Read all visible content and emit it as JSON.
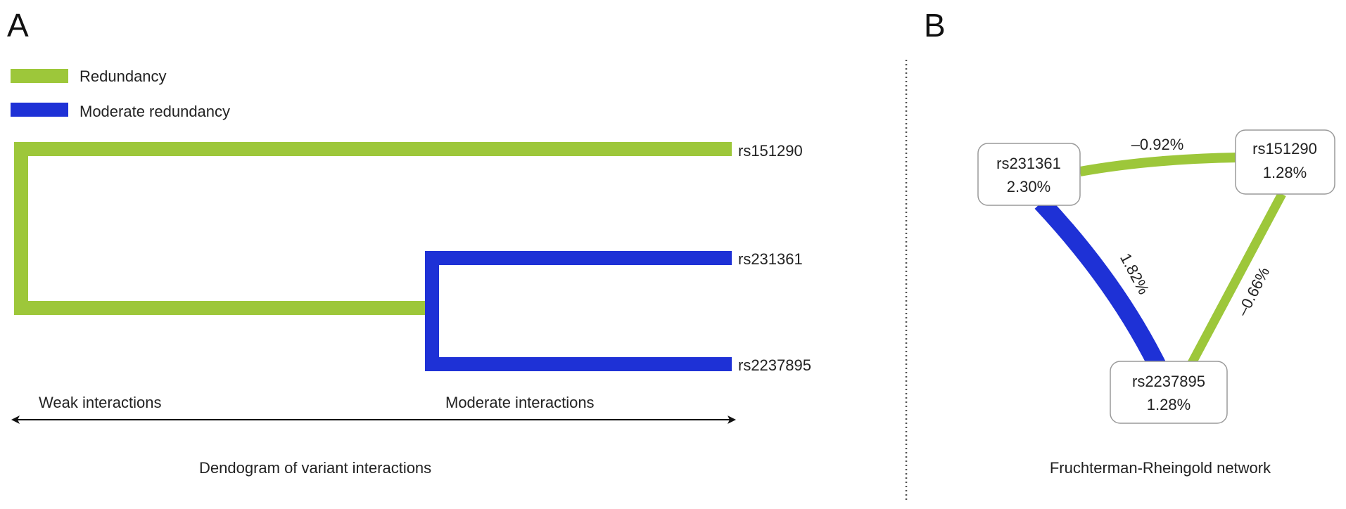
{
  "panel_a": {
    "letter": "A",
    "legend": [
      {
        "label": "Redundancy",
        "color": "#9dc73a"
      },
      {
        "label": "Moderate redundancy",
        "color": "#1e31d6"
      }
    ],
    "leaves": [
      "rs151290",
      "rs231361",
      "rs2237895"
    ],
    "axis_left_label": "Weak interactions",
    "axis_right_label": "Moderate interactions",
    "caption": "Dendogram of variant interactions"
  },
  "panel_b": {
    "letter": "B",
    "nodes": [
      {
        "id": "rs231361",
        "name": "rs231361",
        "value": "2.30%"
      },
      {
        "id": "rs151290",
        "name": "rs151290",
        "value": "1.28%"
      },
      {
        "id": "rs2237895",
        "name": "rs2237895",
        "value": "1.28%"
      }
    ],
    "edges": [
      {
        "source": "rs231361",
        "target": "rs151290",
        "label": "–0.92%",
        "color": "#9dc73a"
      },
      {
        "source": "rs231361",
        "target": "rs2237895",
        "label": "1.82%",
        "color": "#1e31d6"
      },
      {
        "source": "rs151290",
        "target": "rs2237895",
        "label": "–0.66%",
        "color": "#9dc73a"
      }
    ],
    "caption": "Fruchterman-Rheingold network"
  }
}
